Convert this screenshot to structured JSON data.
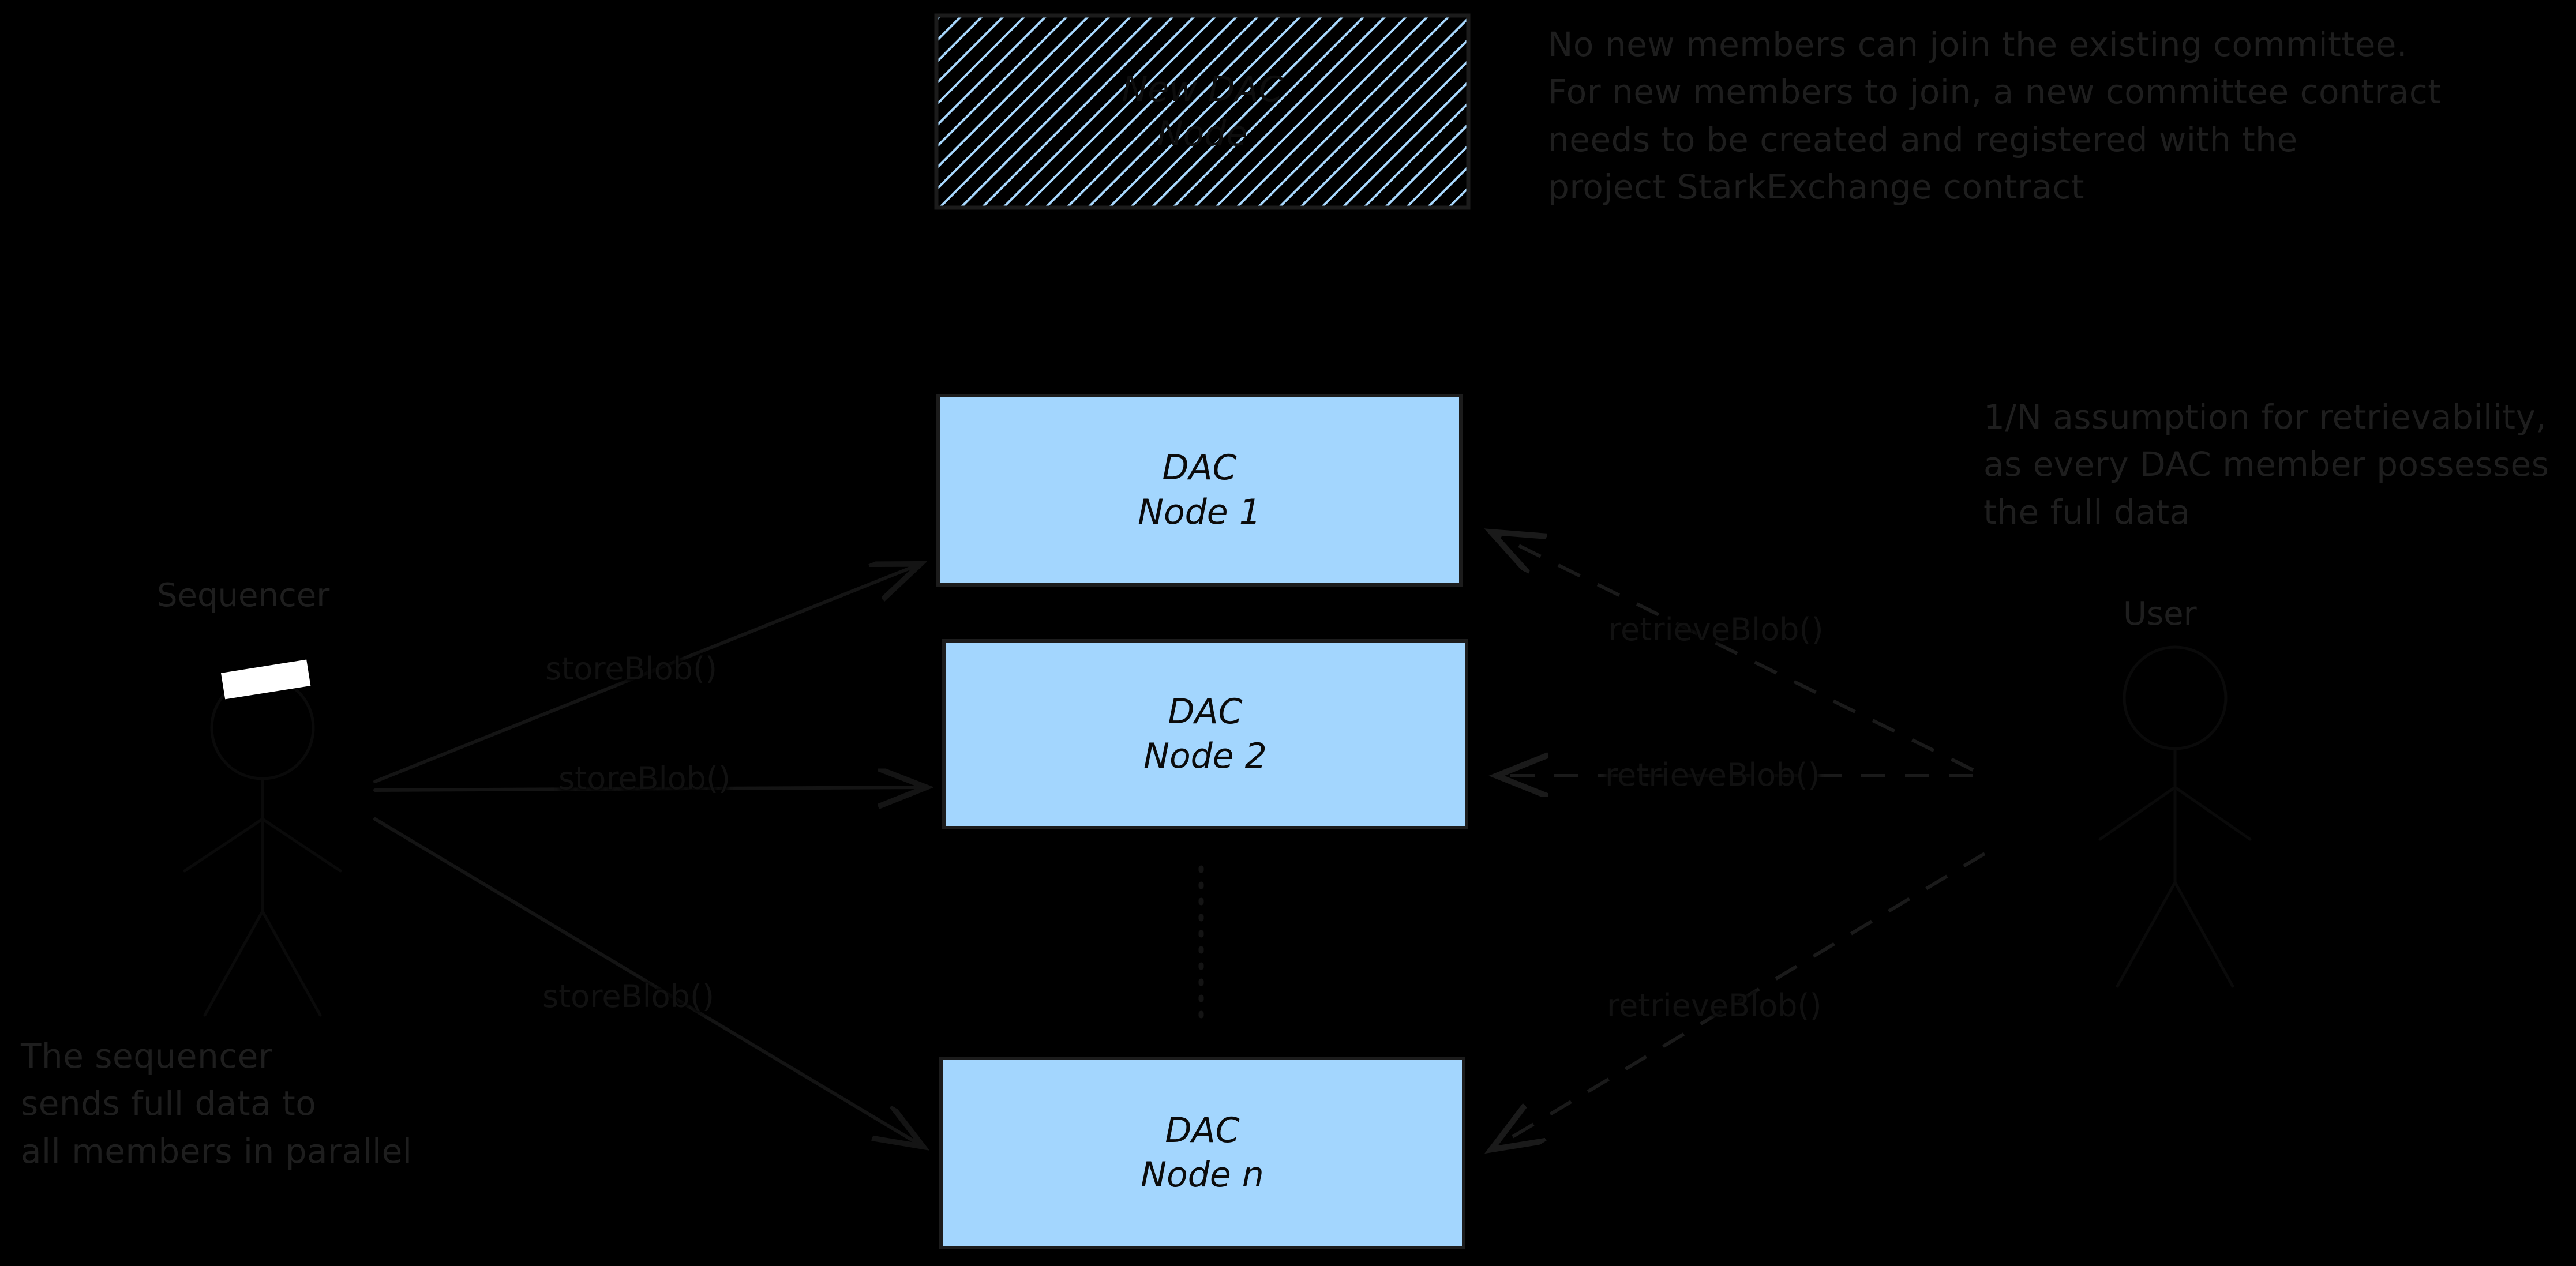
{
  "diagram": {
    "background_color": "#000000",
    "node_fill_color": "#a3d6fe",
    "node_border_color": "#1c1c1c",
    "annotation_color": "#1e1e1e",
    "edge_color": "#1a1a1a"
  },
  "actors": {
    "sequencer": {
      "label": "Sequencer",
      "icon": "person-stick-figure"
    },
    "user": {
      "label": "User",
      "icon": "person-stick-figure"
    }
  },
  "new_node": {
    "title": "New DAC",
    "subtitle": "Node",
    "style": "hatched"
  },
  "nodes": [
    {
      "title": "DAC",
      "subtitle": "Node 1"
    },
    {
      "title": "DAC",
      "subtitle": "Node 2"
    },
    {
      "title": "DAC",
      "subtitle": "Node n"
    }
  ],
  "ellipsis": {
    "style": "vertical-dotted-line"
  },
  "edges": {
    "store": [
      {
        "label": "storeBlob()",
        "from": "Sequencer",
        "to": "DAC Node 1",
        "style": "solid"
      },
      {
        "label": "storeBlob()",
        "from": "Sequencer",
        "to": "DAC Node 2",
        "style": "solid"
      },
      {
        "label": "storeBlob()",
        "from": "Sequencer",
        "to": "DAC Node n",
        "style": "solid"
      }
    ],
    "retrieve": [
      {
        "label": "retrieveBlob()",
        "from": "User",
        "to": "DAC Node 1",
        "style": "dashed"
      },
      {
        "label": "retrieveBlob()",
        "from": "User",
        "to": "DAC Node 2",
        "style": "dashed"
      },
      {
        "label": "retrieveBlob()",
        "from": "User",
        "to": "DAC Node n",
        "style": "dashed"
      }
    ]
  },
  "annotations": {
    "committee": "No new members can join the existing committee.\nFor new members to join, a new committee contract\nneeds to be created and registered with the\nproject StarkExchange contract",
    "retrievability": "1/N assumption for retrievability,\nas every DAC member possesses\nthe full data",
    "sequencer_note": "The sequencer\nsends full data to\nall members in parallel"
  }
}
